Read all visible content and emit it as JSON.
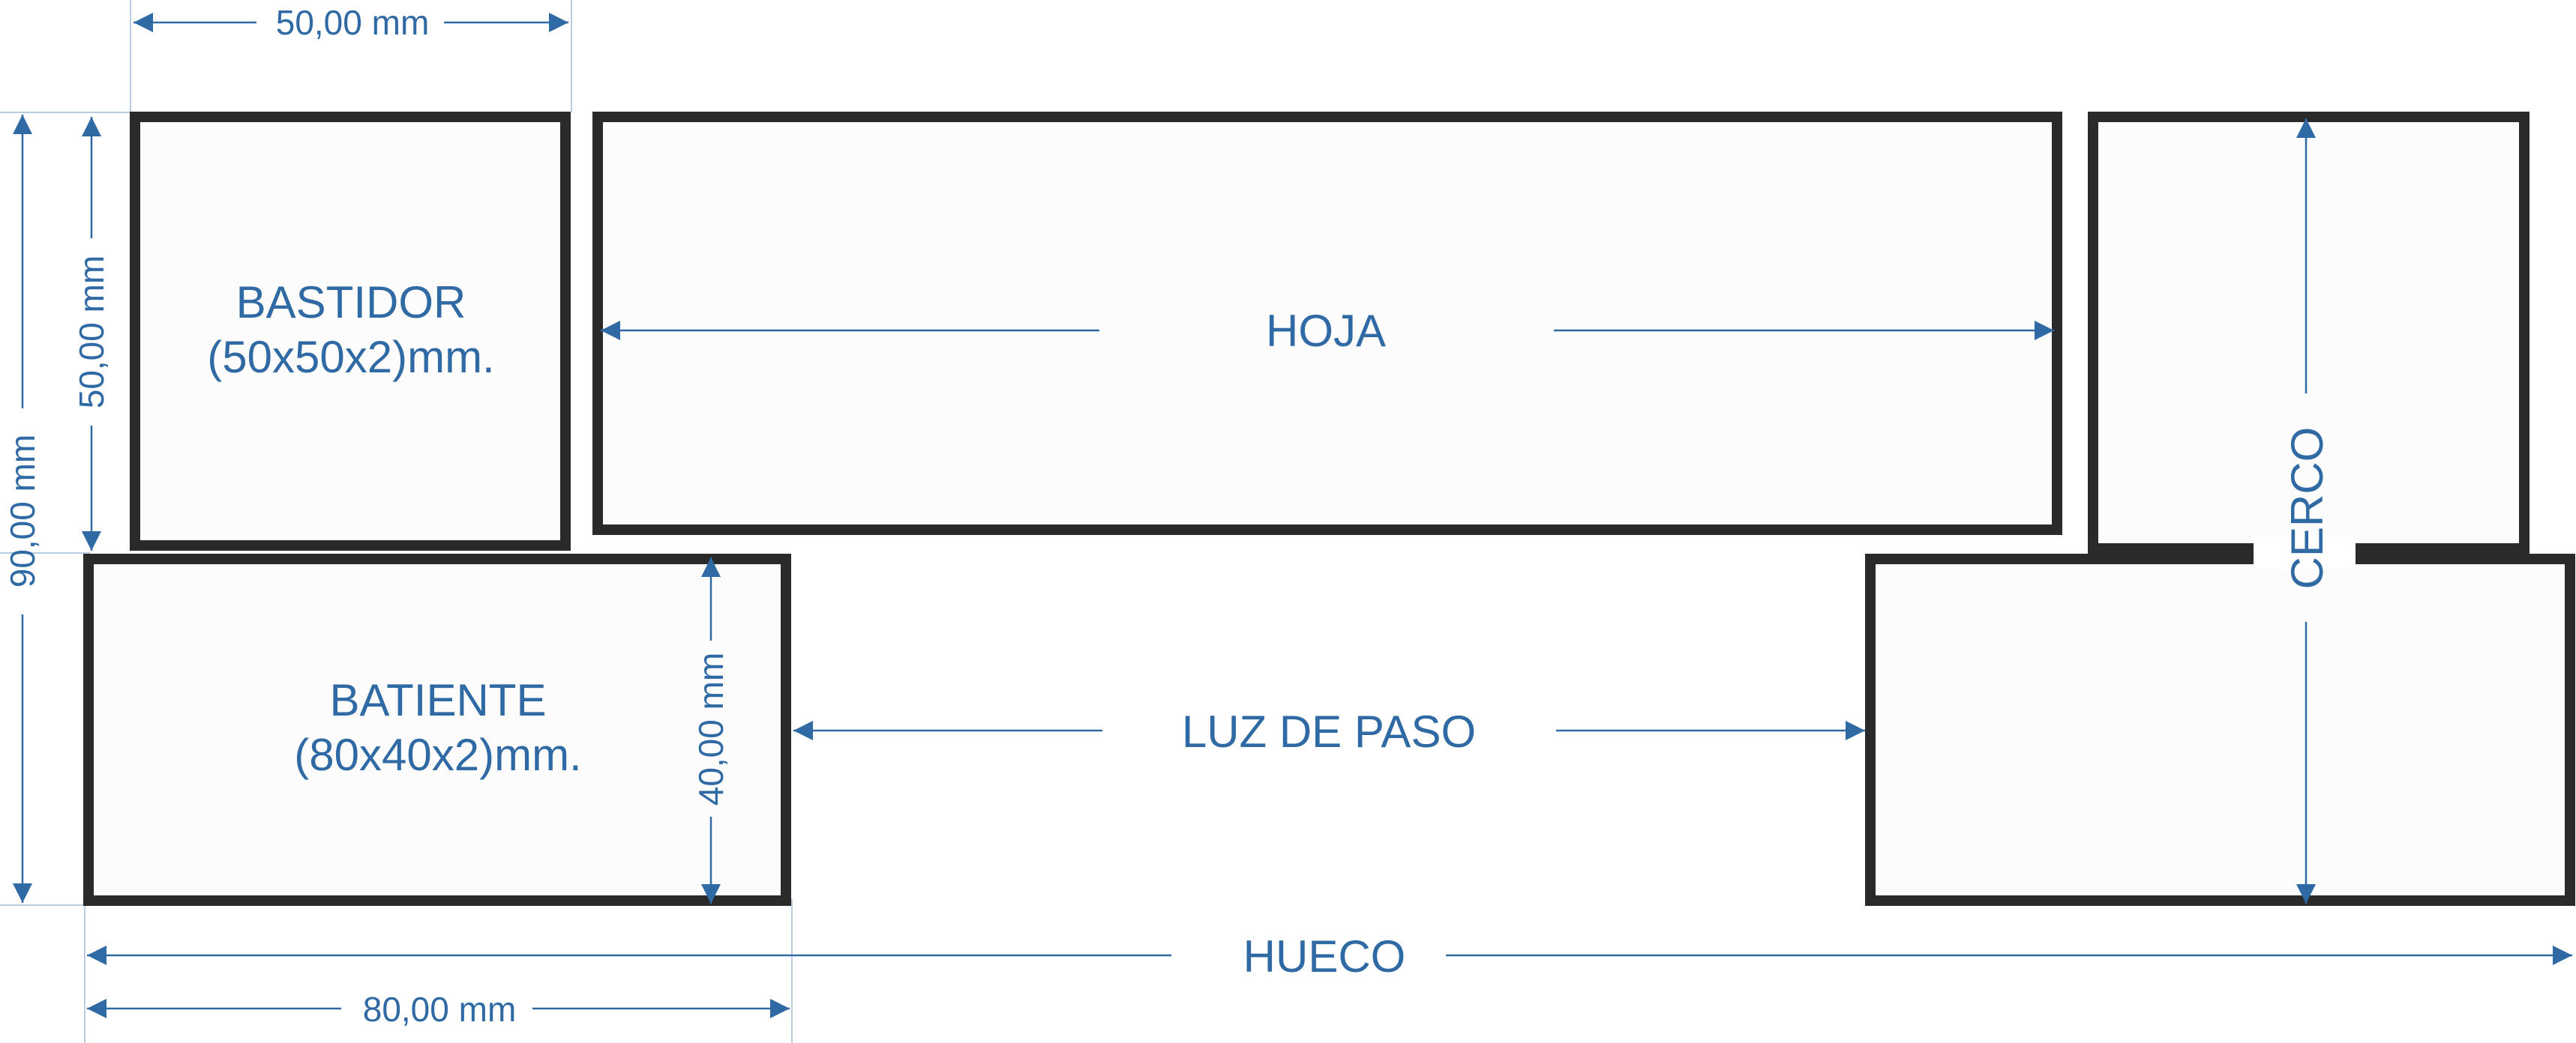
{
  "diagram": {
    "colors": {
      "outline": "#2a2a2a",
      "dimension": "#2f6aa5",
      "fill": "#fcfcfc"
    },
    "labels": {
      "bastidor": {
        "line1": "BASTIDOR",
        "line2": "(50x50x2)mm."
      },
      "batiente": {
        "line1": "BATIENTE",
        "line2": "(80x40x2)mm."
      },
      "hoja": "HOJA",
      "cerco": "CERCO",
      "luz_de_paso": "LUZ DE PASO",
      "hueco": "HUECO"
    },
    "dimensions": {
      "top_width": "50,00 mm",
      "left_height": "50,00 mm",
      "total_height": "90,00 mm",
      "batiente_height": "40,00 mm",
      "bottom_width": "80,00 mm"
    }
  }
}
